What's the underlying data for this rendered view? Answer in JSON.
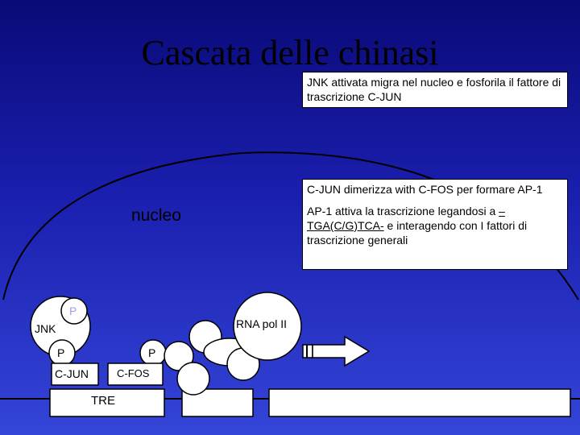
{
  "title": "Cascata delle chinasi",
  "callout_top": "JNK attivata migra nel nucleo e fosforila il fattore di trascrizione C-JUN",
  "callout_mid": {
    "line1": "C-JUN dimerizza with C-FOS per formare AP-1",
    "line2_a": "AP-1 attiva la trascrizione legandosi a ",
    "line2_u": "– TGA(C/G)TCA-",
    "line2_b": " e interagendo con I fattori di trascrizione generali"
  },
  "nucleus_label": "nucleo",
  "jnk_label": "JNK",
  "p_jnk": "P",
  "p_cjun": "P",
  "p_cfos": "P",
  "cjun_label": "C-JUN",
  "cfos_label": "C-FOS",
  "rna_pol_label": "RNA pol II",
  "tre_label": "TRE",
  "colors": {
    "bg_top": "#0a0a78",
    "bg_bottom": "#3445d8",
    "shapes": "#ffffff",
    "outline": "#000000"
  }
}
